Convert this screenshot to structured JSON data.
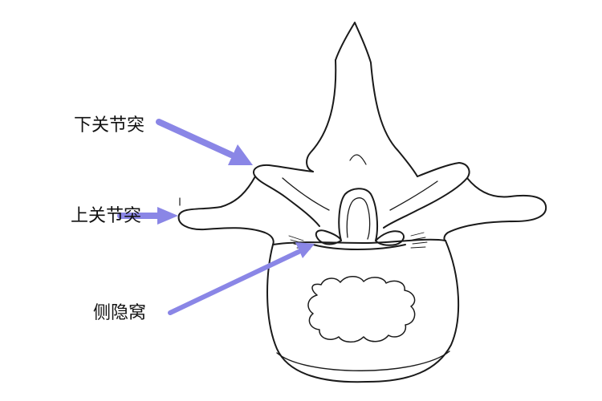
{
  "labels": {
    "inferior_articular_process": "下关节突",
    "superior_articular_process": "上关节突",
    "lateral_recess": "侧隐窝"
  },
  "colors": {
    "arrow": "#8a86e6",
    "outline": "#1a1a1a",
    "background": "#ffffff"
  }
}
